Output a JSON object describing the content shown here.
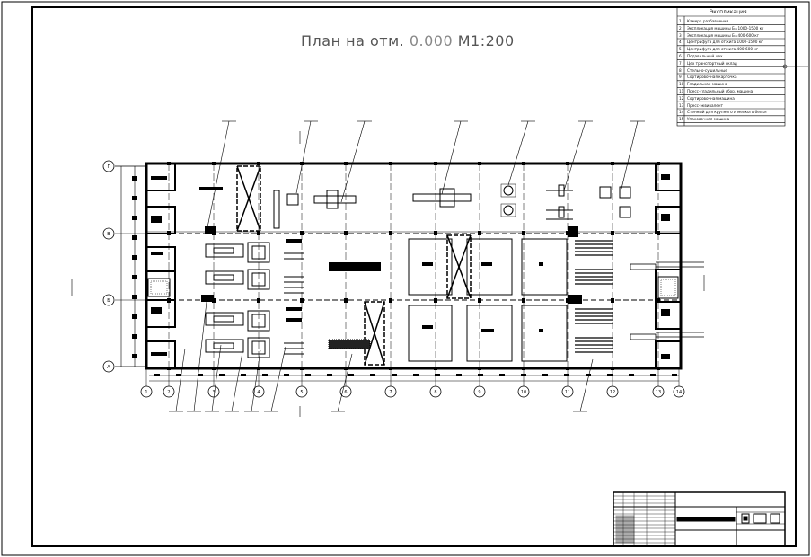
{
  "drawing": {
    "title_text": "План на отм.",
    "title_level": "0.000",
    "title_scale": "М1:200"
  },
  "legend": {
    "title": "Экспликация",
    "rows": [
      {
        "n": "1",
        "text": "Камера разбавления"
      },
      {
        "n": "2",
        "text": "Экспликация машины Б=1000-1500 кг"
      },
      {
        "n": "3",
        "text": "Экспликация машины Б=400-600 кг"
      },
      {
        "n": "4",
        "text": "Центрифуга для отжига 1000-1500 кг"
      },
      {
        "n": "5",
        "text": "Центрифуга для отжига 400-600 кг"
      },
      {
        "n": "6",
        "text": "Подавильный цех"
      },
      {
        "n": "7",
        "text": "Цех транспортный склад"
      },
      {
        "n": "8",
        "text": "Стельно-сушильные"
      },
      {
        "n": "9",
        "text": "Сортировочная карточка"
      },
      {
        "n": "10",
        "text": "Гладильная машина"
      },
      {
        "n": "11",
        "text": "Пресс-гладильный сбор. машина"
      },
      {
        "n": "12",
        "text": "Сортировочная машина"
      },
      {
        "n": "13",
        "text": "Пресс-эквивалент"
      },
      {
        "n": "14",
        "text": "Стенный для крупного и мелкого белья"
      },
      {
        "n": "15",
        "text": "Упаковочная машина"
      }
    ]
  },
  "grid": {
    "columns": [
      "1",
      "2",
      "3",
      "4",
      "5",
      "6",
      "7",
      "8",
      "9",
      "10",
      "11",
      "12",
      "13",
      "14"
    ],
    "rows": [
      "А",
      "Б",
      "В",
      "Г"
    ]
  },
  "colors": {
    "line": "#000000",
    "paper": "#ffffff",
    "title": "#555555",
    "title_num": "#888888"
  }
}
